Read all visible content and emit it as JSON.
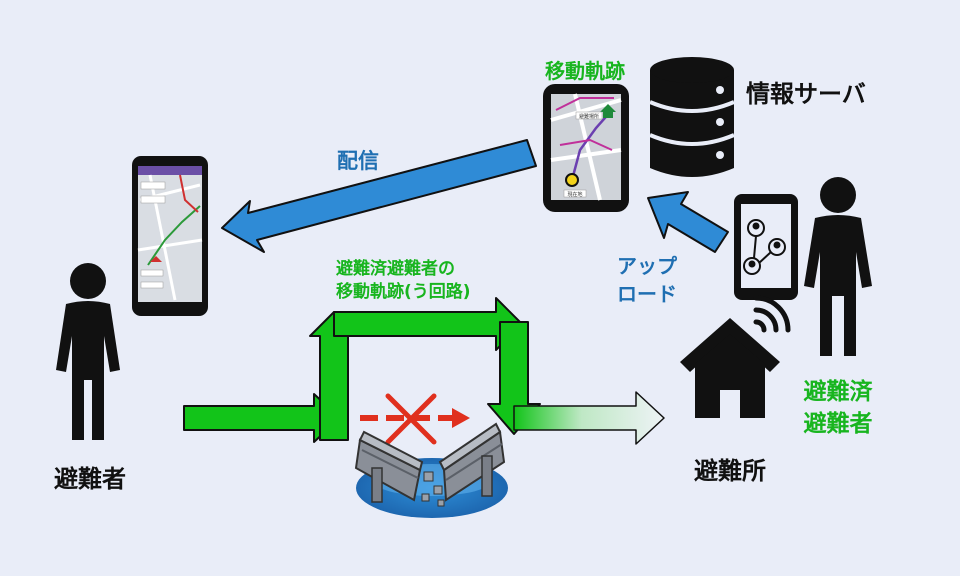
{
  "labels": {
    "evacuee": "避難者",
    "shelter": "避難所",
    "server": "情報サーバ",
    "distribute": "配信",
    "upload_line1": "アップ",
    "upload_line2": "ロード",
    "trajectory": "移動軌跡",
    "detour_line1": "避難済避難者の",
    "detour_line2": "移動軌跡(う回路)",
    "evacuated_line1": "避難済",
    "evacuated_line2": "避難者"
  },
  "phone_screen": {
    "top_label": "避難場所",
    "bottom_label": "現在地"
  },
  "colors": {
    "background": "#e9edf8",
    "blue_arrow": "#2f8bd6",
    "green_arrow": "#12c419",
    "blocked_arrow": "#e0301e",
    "label_blue": "#1f6fb2",
    "label_green": "#18b51f"
  }
}
